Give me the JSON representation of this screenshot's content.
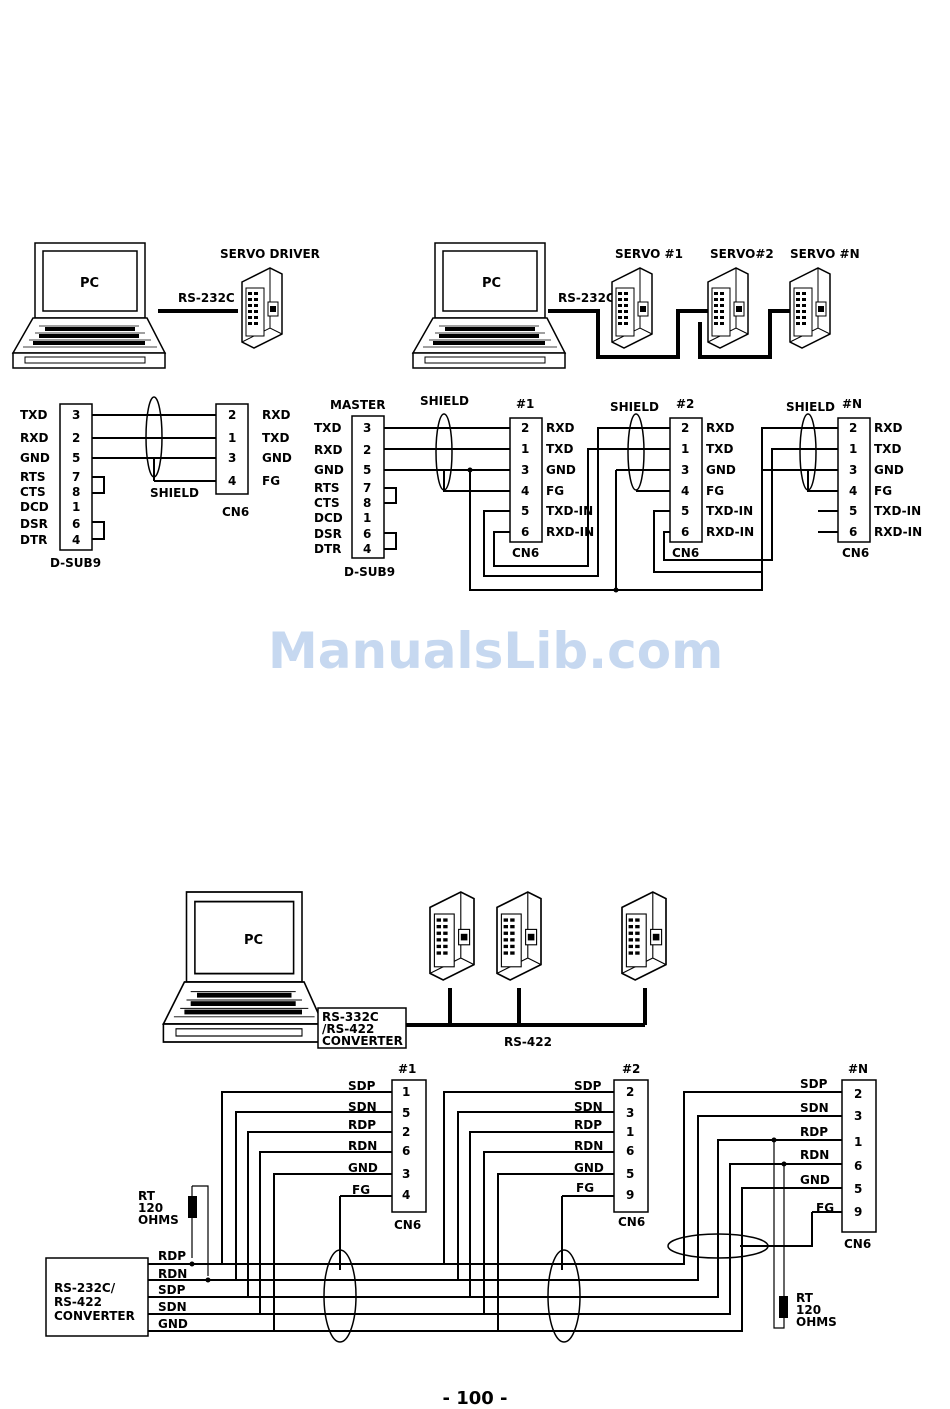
{
  "diagram1": {
    "pc_label": "PC",
    "servo_label": "SERVO DRIVER",
    "link_label": "RS-232C",
    "dsub": {
      "label": "D-SUB9",
      "rows": [
        {
          "name": "TXD",
          "pin": "3"
        },
        {
          "name": "RXD",
          "pin": "2"
        },
        {
          "name": "GND",
          "pin": "5"
        },
        {
          "name": "RTS",
          "pin": "7"
        },
        {
          "name": "CTS",
          "pin": "8"
        },
        {
          "name": "DCD",
          "pin": "1"
        },
        {
          "name": "DSR",
          "pin": "6"
        },
        {
          "name": "DTR",
          "pin": "4"
        }
      ]
    },
    "cn6": {
      "label": "CN6",
      "rows": [
        {
          "pin": "2",
          "name": "RXD"
        },
        {
          "pin": "1",
          "name": "TXD"
        },
        {
          "pin": "3",
          "name": "GND"
        },
        {
          "pin": "4",
          "name": "FG"
        }
      ]
    },
    "shield_label": "SHIELD"
  },
  "diagram2": {
    "pc_label": "PC",
    "link_label": "RS-232C",
    "servo_labels": [
      "SERVO #1",
      "SERVO#2",
      "SERVO #N"
    ],
    "master": {
      "title": "MASTER",
      "label": "D-SUB9",
      "rows": [
        {
          "name": "TXD",
          "pin": "3"
        },
        {
          "name": "RXD",
          "pin": "2"
        },
        {
          "name": "GND",
          "pin": "5"
        },
        {
          "name": "RTS",
          "pin": "7"
        },
        {
          "name": "CTS",
          "pin": "8"
        },
        {
          "name": "DCD",
          "pin": "1"
        },
        {
          "name": "DSR",
          "pin": "6"
        },
        {
          "name": "DTR",
          "pin": "4"
        }
      ]
    },
    "shield_label": "SHIELD",
    "units": [
      {
        "title": "#1",
        "label": "CN6",
        "rows": [
          {
            "pin": "2",
            "name": "RXD"
          },
          {
            "pin": "1",
            "name": "TXD"
          },
          {
            "pin": "3",
            "name": "GND"
          },
          {
            "pin": "4",
            "name": "FG"
          },
          {
            "pin": "5",
            "name": "TXD-IN"
          },
          {
            "pin": "6",
            "name": "RXD-IN"
          }
        ]
      },
      {
        "title": "#2",
        "label": "CN6",
        "rows": [
          {
            "pin": "2",
            "name": "RXD"
          },
          {
            "pin": "1",
            "name": "TXD"
          },
          {
            "pin": "3",
            "name": "GND"
          },
          {
            "pin": "4",
            "name": "FG"
          },
          {
            "pin": "5",
            "name": "TXD-IN"
          },
          {
            "pin": "6",
            "name": "RXD-IN"
          }
        ]
      },
      {
        "title": "#N",
        "label": "CN6",
        "rows": [
          {
            "pin": "2",
            "name": "RXD"
          },
          {
            "pin": "1",
            "name": "TXD"
          },
          {
            "pin": "3",
            "name": "GND"
          },
          {
            "pin": "4",
            "name": "FG"
          },
          {
            "pin": "5",
            "name": "TXD-IN"
          },
          {
            "pin": "6",
            "name": "RXD-IN"
          }
        ]
      }
    ]
  },
  "watermark": "ManualsLib.com",
  "diagram3": {
    "pc_label": "PC",
    "converter_label": [
      "RS-332C",
      "/RS-422",
      "CONVERTER"
    ],
    "bus_label": "RS-422",
    "units": [
      {
        "title": "#1",
        "label": "CN6",
        "rows": [
          {
            "name": "SDP",
            "pin": "1"
          },
          {
            "name": "SDN",
            "pin": "5"
          },
          {
            "name": "RDP",
            "pin": "2"
          },
          {
            "name": "RDN",
            "pin": "6"
          },
          {
            "name": "GND",
            "pin": "3"
          },
          {
            "name": "FG",
            "pin": "4"
          }
        ]
      },
      {
        "title": "#2",
        "label": "CN6",
        "rows": [
          {
            "name": "SDP",
            "pin": "2"
          },
          {
            "name": "SDN",
            "pin": "3"
          },
          {
            "name": "RDP",
            "pin": "1"
          },
          {
            "name": "RDN",
            "pin": "6"
          },
          {
            "name": "GND",
            "pin": "5"
          },
          {
            "name": "FG",
            "pin": "9"
          }
        ]
      },
      {
        "title": "#N",
        "label": "CN6",
        "rows": [
          {
            "name": "SDP",
            "pin": "2"
          },
          {
            "name": "SDN",
            "pin": "3"
          },
          {
            "name": "RDP",
            "pin": "1"
          },
          {
            "name": "RDN",
            "pin": "6"
          },
          {
            "name": "GND",
            "pin": "5"
          },
          {
            "name": "FG",
            "pin": "9"
          }
        ]
      }
    ],
    "resistor_label": [
      "RT",
      "120",
      "OHMS"
    ],
    "converter_box": {
      "label": [
        "RS-232C/",
        "RS-422",
        "CONVERTER"
      ],
      "signals": [
        "RDP",
        "RDN",
        "SDP",
        "SDN",
        "GND"
      ]
    }
  },
  "page_number": "- 100 -"
}
